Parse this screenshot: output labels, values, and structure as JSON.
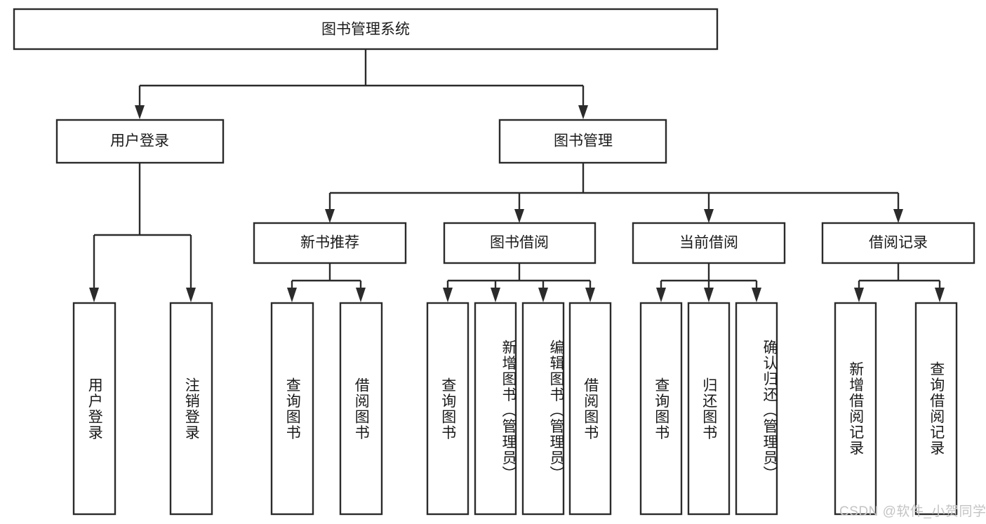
{
  "diagram": {
    "type": "tree",
    "title": "图书管理系统",
    "watermark": "CSDN @软件_小贺同学",
    "colors": {
      "stroke": "#2b2b2b",
      "fill": "#ffffff",
      "text": "#1a1a1a",
      "watermark": "#c4c4c4",
      "background": "#ffffff"
    },
    "levels": {
      "root": {
        "label": "图书管理系统"
      },
      "level2": [
        {
          "label": "用户登录"
        },
        {
          "label": "图书管理"
        }
      ],
      "level3": [
        {
          "label": "新书推荐"
        },
        {
          "label": "图书借阅"
        },
        {
          "label": "当前借阅"
        },
        {
          "label": "借阅记录"
        }
      ],
      "leaves": [
        {
          "label": "用户登录",
          "parent": "用户登录"
        },
        {
          "label": "注销登录",
          "parent": "用户登录"
        },
        {
          "label": "查询图书",
          "parent": "新书推荐"
        },
        {
          "label": "借阅图书",
          "parent": "新书推荐"
        },
        {
          "label": "查询图书",
          "parent": "图书借阅"
        },
        {
          "label": "新增图书（管理员）",
          "parent": "图书借阅"
        },
        {
          "label": "编辑图书（管理员）",
          "parent": "图书借阅"
        },
        {
          "label": "借阅图书",
          "parent": "图书借阅"
        },
        {
          "label": "查询图书",
          "parent": "当前借阅"
        },
        {
          "label": "归还图书",
          "parent": "当前借阅"
        },
        {
          "label": "确认归还（管理员）",
          "parent": "当前借阅"
        },
        {
          "label": "新增借阅记录",
          "parent": "借阅记录"
        },
        {
          "label": "查询借阅记录",
          "parent": "借阅记录"
        }
      ]
    }
  }
}
